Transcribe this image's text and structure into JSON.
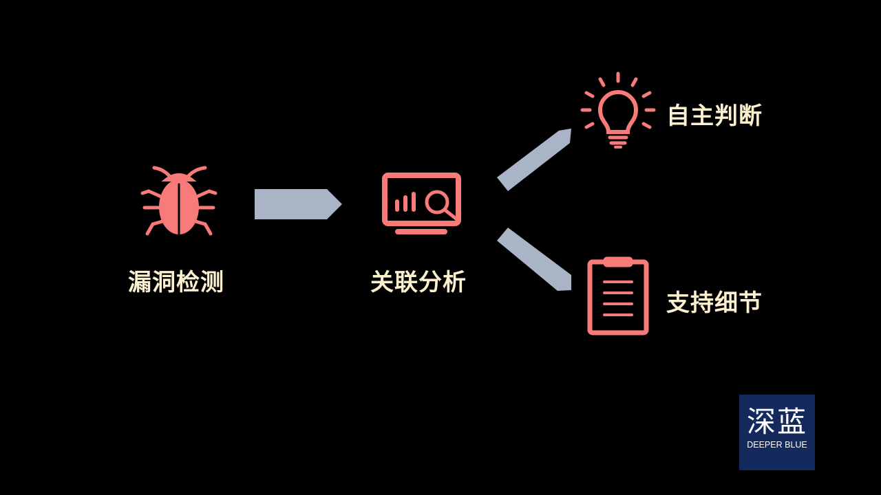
{
  "nodes": {
    "detect": {
      "label": "漏洞检测",
      "icon": "bug-icon"
    },
    "analyze": {
      "label": "关联分析",
      "icon": "monitor-analytics-icon"
    },
    "judge": {
      "label": "自主判断",
      "icon": "lightbulb-icon"
    },
    "support": {
      "label": "支持细节",
      "icon": "clipboard-icon"
    }
  },
  "logo": {
    "cn": "深蓝",
    "en": "DEEPER BLUE"
  },
  "colors": {
    "icon": "#f77b78",
    "text": "#fdf0cf",
    "arrow": "#a9b4c6",
    "logo_bg": "#142a5c",
    "background": "#000000"
  }
}
